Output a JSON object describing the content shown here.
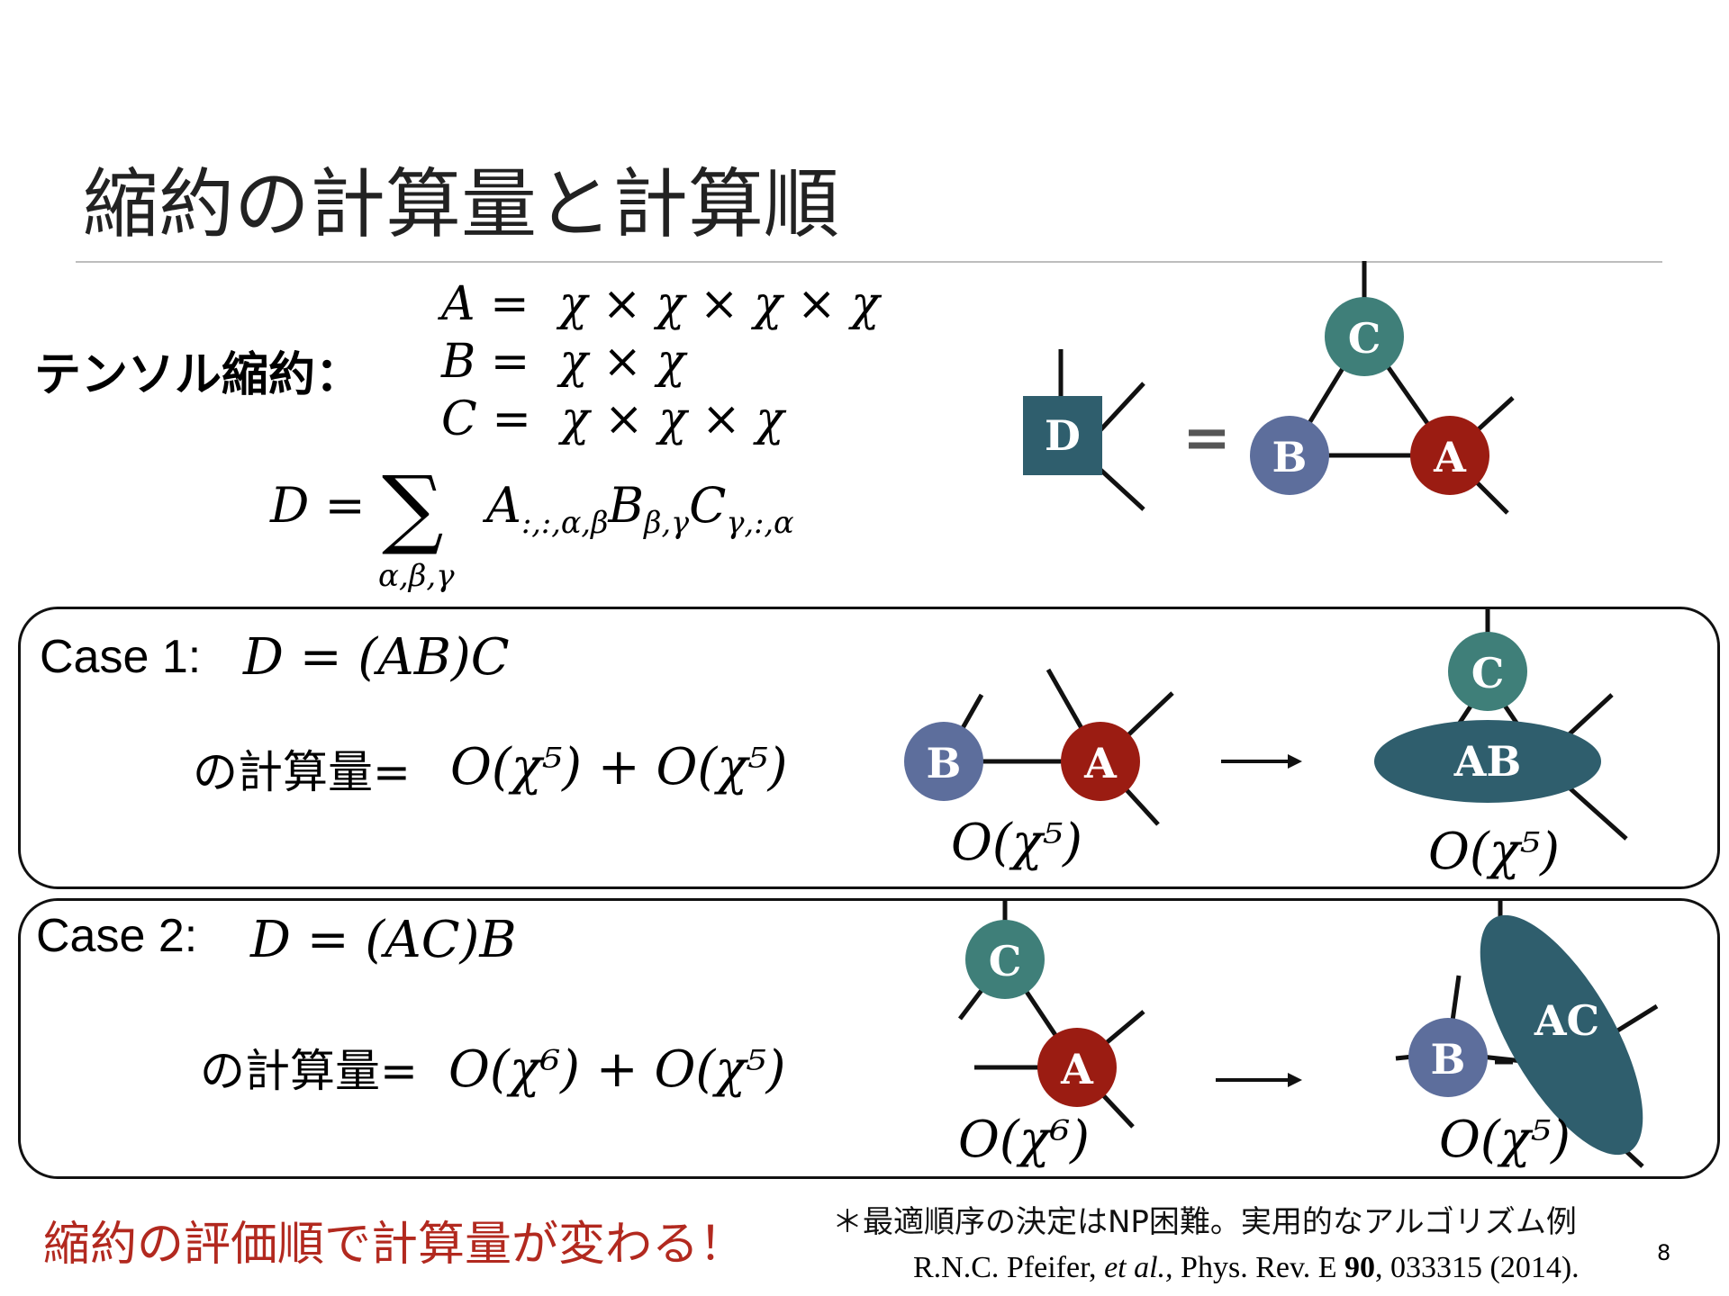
{
  "title": "縮約の計算量と計算順",
  "page_number": "8",
  "tensor_contraction": {
    "label": "テンソル縮約：",
    "dims": [
      {
        "lhs": "A",
        "rhs": "χ × χ × χ × χ"
      },
      {
        "lhs": "B",
        "rhs": "χ × χ"
      },
      {
        "lhs": "C",
        "rhs": "χ × χ × χ"
      }
    ],
    "sum_lhs": "D =",
    "sum_symbol": "∑",
    "sum_index": "α,β,γ",
    "sum_body": {
      "A": "A",
      "A_sub": ":,:,α,β",
      "B": "B",
      "B_sub": "β,γ",
      "C": "C",
      "C_sub": "γ,:,α"
    }
  },
  "top_diagram": {
    "node_D": "D",
    "equals": "=",
    "node_A": "A",
    "node_B": "B",
    "node_C": "C"
  },
  "case1": {
    "label": "Case 1:",
    "formula": "D = (AB)C",
    "cost_label": "の計算量=",
    "cost": "O(χ⁵) + O(χ⁵)",
    "step1": {
      "nodes": [
        "B",
        "A"
      ],
      "cost": "O(χ⁵)"
    },
    "step2": {
      "nodes": [
        "C",
        "AB"
      ],
      "cost": "O(χ⁵)"
    }
  },
  "case2": {
    "label": "Case 2:",
    "formula": "D = (AC)B",
    "cost_label": "の計算量=",
    "cost": "O(χ⁶) + O(χ⁵)",
    "step1": {
      "nodes": [
        "C",
        "A"
      ],
      "cost": "O(χ⁶)"
    },
    "step2": {
      "nodes": [
        "B",
        "AC"
      ],
      "cost": "O(χ⁵)"
    }
  },
  "conclusion": "縮約の評価順で計算量が変わる！",
  "footnote": "＊最適順序の決定はNP困難。実用的なアルゴリズム例",
  "reference": {
    "authors": "R.N.C. Pfeifer,",
    "etal": "et al.,",
    "journal": "Phys. Rev. E",
    "volume": "90",
    "rest": ", 033315 (2014)."
  },
  "colors": {
    "A": "#9b1c12",
    "B": "#5d6e9c",
    "C": "#3f7f79",
    "D": "#2f5e6d",
    "merged": "#2f5e6d",
    "conclusion": "#b2291f"
  }
}
